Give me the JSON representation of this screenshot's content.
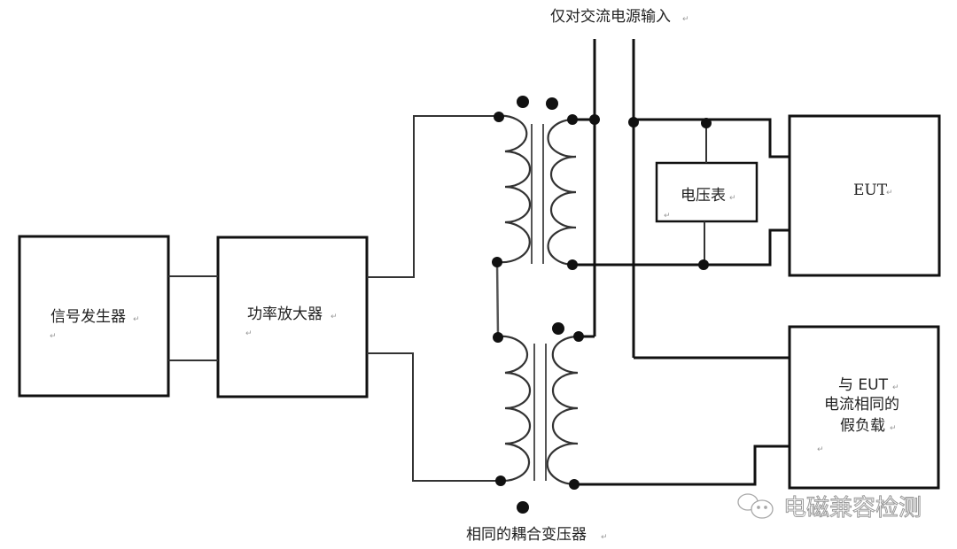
{
  "diagram": {
    "title_top": "仅对交流电源输入",
    "title_bottom": "相同的耦合变压器",
    "blocks": {
      "signal_generator": "信号发生器",
      "power_amplifier": "功率放大器",
      "voltmeter": "电压表",
      "eut": "EUT",
      "dummy_load": [
        "与 EUT",
        "电流相同的",
        "假负载"
      ]
    },
    "paragraph_mark": "↵",
    "watermark": "电磁兼容检测",
    "colors": {
      "line": "#111111",
      "thin_line": "#333333",
      "core": "#555555",
      "text": "#222222",
      "watermark_stroke": "#9a9a9a"
    }
  }
}
